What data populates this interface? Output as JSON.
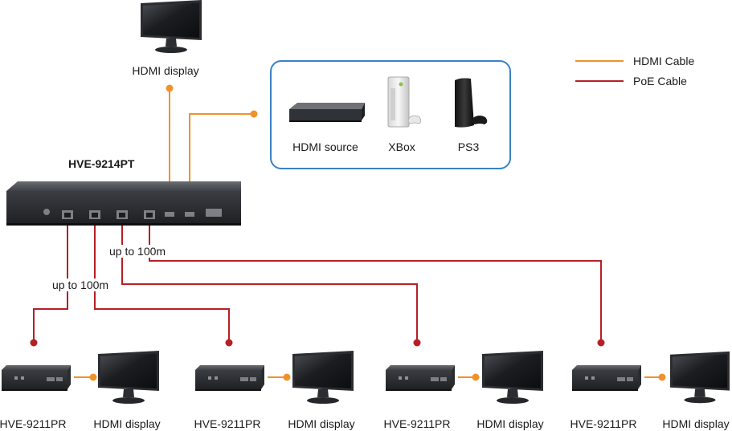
{
  "colors": {
    "hdmi_cable": "#f0922a",
    "poe_cable": "#b52025",
    "source_box_border": "#3a82c4"
  },
  "legend": {
    "hdmi_label": "HDMI Cable",
    "poe_label": "PoE Cable"
  },
  "transmitter": {
    "model": "HVE-9214PT"
  },
  "top_display": {
    "label": "HDMI display"
  },
  "sources": {
    "hdmi_source": "HDMI source",
    "xbox": "XBox",
    "ps3": "PS3"
  },
  "distances": {
    "upper": "up to 100m",
    "lower": "up to 100m"
  },
  "receivers": [
    {
      "model": "HVE-9211PR",
      "display": "HDMI display"
    },
    {
      "model": "HVE-9211PR",
      "display": "HDMI display"
    },
    {
      "model": "HVE-9211PR",
      "display": "HDMI display"
    },
    {
      "model": "HVE-9211PR",
      "display": "HDMI display"
    }
  ],
  "icons": [
    "monitor-icon",
    "hdmi-switch-icon",
    "xbox-console-icon",
    "ps3-console-icon",
    "receiver-box-icon",
    "transmitter-box-icon"
  ]
}
